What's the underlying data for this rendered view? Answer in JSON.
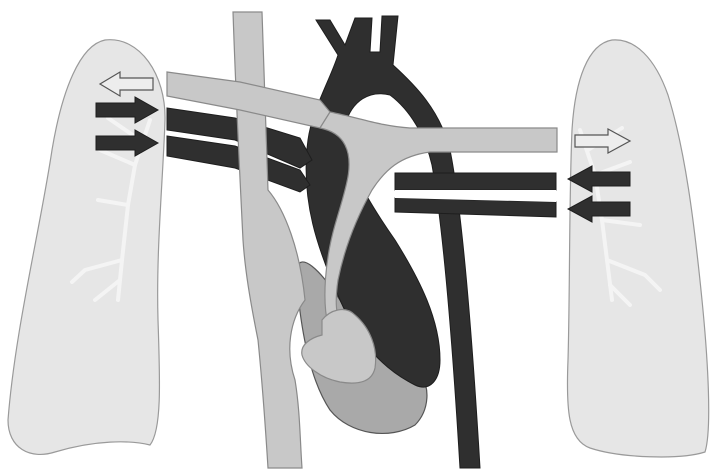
{
  "diagram": {
    "colors": {
      "background": "#ffffff",
      "lung_fill": "#e6e6e6",
      "lung_stroke": "#9a9a9a",
      "airway": "#f4f4f4",
      "light_vessel": "#c8c8c8",
      "light_vessel_stroke": "#8a8a8a",
      "dark_vessel": "#2f2f2f",
      "ventricle": "#a9a9a9",
      "arrow_light": "#ededed",
      "arrow_dark": "#2f2f2f"
    },
    "elements": [
      {
        "name": "left-lung",
        "kind": "organ"
      },
      {
        "name": "right-lung",
        "kind": "organ"
      },
      {
        "name": "superior-vena-cava",
        "kind": "light-vessel"
      },
      {
        "name": "aorta",
        "kind": "dark-vessel"
      },
      {
        "name": "pulmonary-veins",
        "kind": "dark-vessel"
      },
      {
        "name": "pulmonary-arteries",
        "kind": "light-vessel"
      },
      {
        "name": "ventricle",
        "kind": "chamber"
      }
    ],
    "flow_arrows": [
      {
        "side": "left",
        "direction": "outward",
        "shade": "light"
      },
      {
        "side": "left",
        "direction": "inward",
        "shade": "dark"
      },
      {
        "side": "left",
        "direction": "inward",
        "shade": "dark"
      },
      {
        "side": "right",
        "direction": "outward",
        "shade": "light"
      },
      {
        "side": "right",
        "direction": "inward",
        "shade": "dark"
      },
      {
        "side": "right",
        "direction": "inward",
        "shade": "dark"
      }
    ]
  }
}
